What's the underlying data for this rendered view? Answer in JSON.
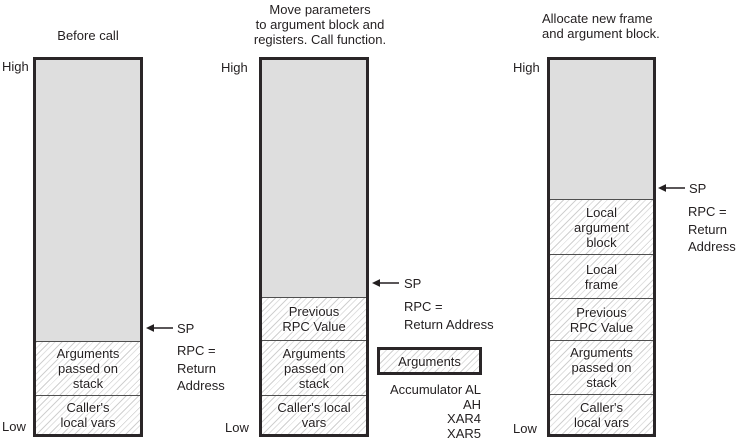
{
  "colors": {
    "ink": "#231f20",
    "free_fill": "#dedede",
    "hatch_line": "#aaaaaa",
    "background": "#ffffff"
  },
  "stage1": {
    "title": "Before call",
    "high": "High",
    "low": "Low",
    "sp": "SP",
    "rpc": [
      "RPC =",
      "Return",
      "Address"
    ],
    "seg_args": [
      "Arguments",
      "passed on",
      "stack"
    ],
    "seg_callers": [
      "Caller's",
      "local vars"
    ]
  },
  "stage2": {
    "title": [
      "Move parameters",
      "to argument block and",
      "registers. Call function."
    ],
    "high": "High",
    "low": "Low",
    "sp": "SP",
    "rpc": [
      "RPC =",
      "Return Address"
    ],
    "seg_prev_rpc": [
      "Previous",
      "RPC Value"
    ],
    "seg_args": [
      "Arguments",
      "passed on",
      "stack"
    ],
    "seg_callers": [
      "Caller's local",
      "vars"
    ],
    "arguments_box": "Arguments",
    "registers": [
      "Accumulator AL",
      "AH",
      "XAR4",
      "XAR5"
    ]
  },
  "stage3": {
    "title": [
      "Allocate new frame",
      "and argument block."
    ],
    "high": "High",
    "low": "Low",
    "sp": "SP",
    "rpc": [
      "RPC =",
      "Return",
      "Address"
    ],
    "seg_local_arg": [
      "Local",
      "argument",
      "block"
    ],
    "seg_local_frame": [
      "Local",
      "frame"
    ],
    "seg_prev_rpc": [
      "Previous",
      "RPC Value"
    ],
    "seg_args": [
      "Arguments",
      "passed on",
      "stack"
    ],
    "seg_callers": [
      "Caller's",
      "local vars"
    ]
  }
}
